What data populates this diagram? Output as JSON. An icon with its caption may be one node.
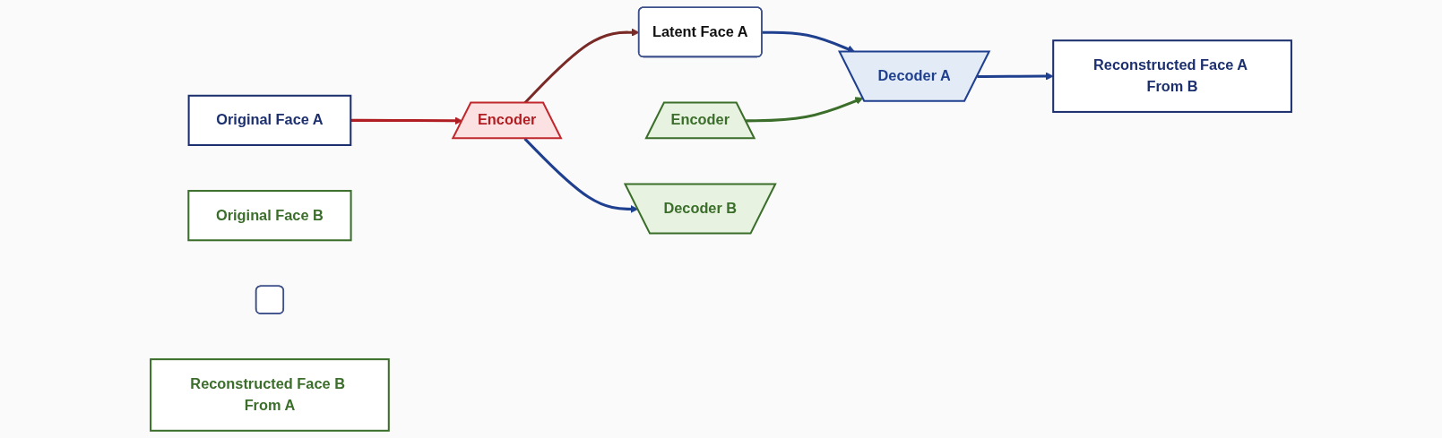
{
  "diagram": {
    "nodes": [
      {
        "text": [
          "Original Face A"
        ]
      },
      {
        "text": [
          "Encoder"
        ]
      },
      {
        "text": [
          "Latent Face A"
        ]
      },
      {
        "text": [
          "Decoder A"
        ]
      },
      {
        "text": [
          "Reconstructed Face A From B"
        ]
      },
      {
        "text": [
          "Original Face B"
        ]
      },
      {
        "text": [
          "Encoder"
        ]
      },
      {
        "text": [],
        "shape": "box"
      },
      {
        "text": [
          "Decoder B"
        ]
      },
      {
        "text": [
          "Reconstructed Face B From A"
        ]
      }
    ],
    "edges": [
      {
        "from": 0,
        "to": 1,
        "arrow": "to",
        "color": "#b01e23"
      },
      {
        "from": 1,
        "to": 2,
        "arrow": "to",
        "color": "#7a2a26"
      },
      {
        "from": 2,
        "to": 3,
        "arrow": "to"
      },
      {
        "from": 3,
        "to": 4,
        "arrow": "to"
      },
      {
        "from": 1,
        "to": 8,
        "arrow": "to"
      },
      {
        "from": 6,
        "to": 3,
        "arrow": "to",
        "color": "#3b6e2a"
      }
    ]
  }
}
